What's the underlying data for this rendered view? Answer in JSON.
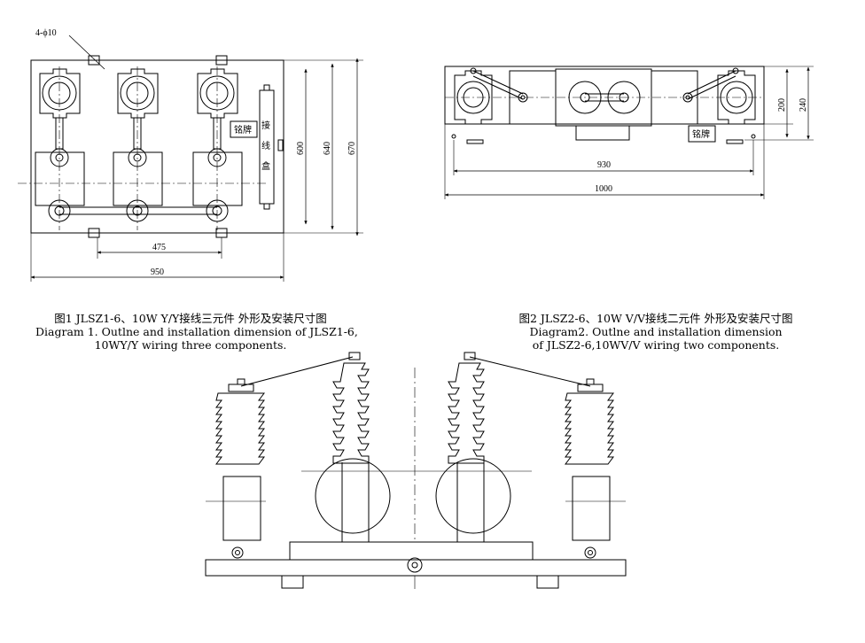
{
  "diagram1": {
    "hole_label": "4-ϕ10",
    "nameplate": "铭牌",
    "junction_box": [
      "接",
      "线",
      "盒"
    ],
    "dims": {
      "d600": "600",
      "d640": "640",
      "d670": "670",
      "d475": "475",
      "d950": "950"
    },
    "caption": {
      "line1": "图1  JLSZ1-6、10W  Y/Y接线三元件  外形及安装尺寸图",
      "line2": "Diagram 1. Outlne and installation dimension of JLSZ1-6,",
      "line3": "10WY/Y wiring three components."
    }
  },
  "diagram2": {
    "nameplate": "铭牌",
    "dims": {
      "d200": "200",
      "d240": "240",
      "d930": "930",
      "d1000": "1000"
    },
    "caption": {
      "line1": "图2  JLSZ2-6、10W  V/V接线二元件    外形及安装尺寸图",
      "line2": "Diagram2.  Outlne and installation dimension",
      "line3": "of JLSZ2-6,10WV/V  wiring two components."
    }
  }
}
